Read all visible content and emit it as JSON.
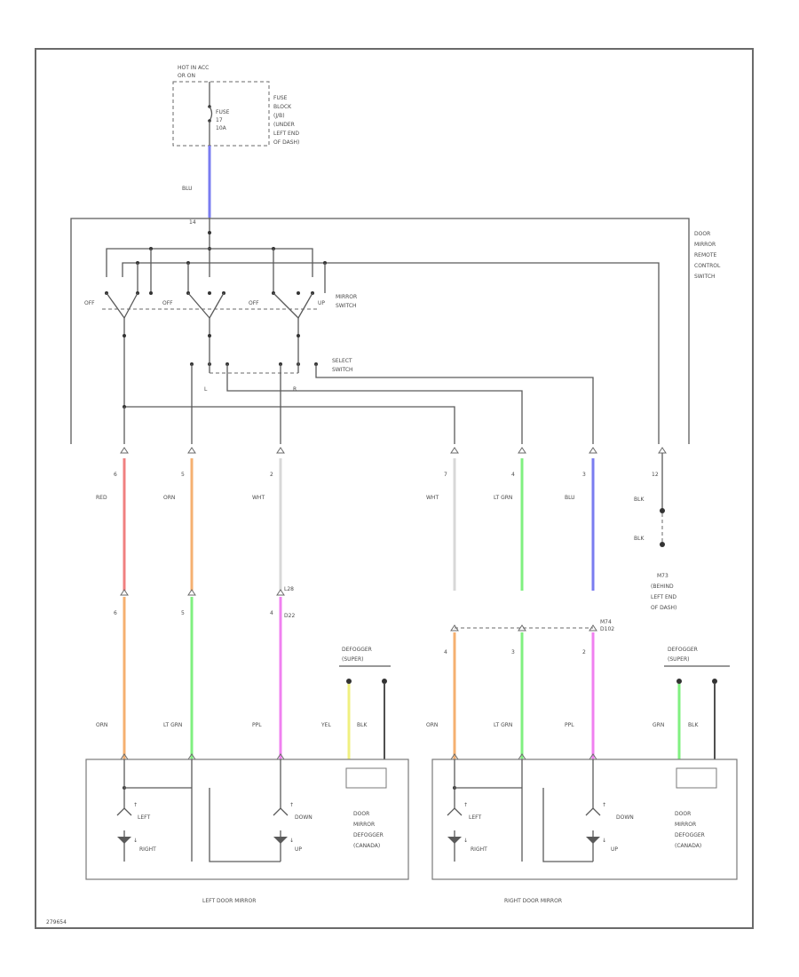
{
  "colors": {
    "frame": "#6a6a6a",
    "wire_default": "#5a5a5a",
    "blu": "#7a7cf0",
    "red": "#f08080",
    "orn": "#f5b070",
    "lt_grn": "#80f080",
    "wht": "#d8d8d8",
    "ppl": "#f080f0",
    "yel": "#f0f080",
    "blk": "#505050"
  },
  "power_source": {
    "hot_line": "HOT IN ACC",
    "hot_line2": "OR ON",
    "fuse_label": "FUSE",
    "fuse_num": "17",
    "fuse_amps": "10A",
    "fuse_block": [
      "FUSE",
      "BLOCK",
      "(J/B)",
      "(UNDER",
      "LEFT END",
      "OF DASH)"
    ]
  },
  "switch_assembly": {
    "title": [
      "DOOR",
      "MIRROR",
      "REMOTE",
      "CONTROL",
      "SWITCH"
    ],
    "input_pin": "14",
    "mirror_switch": [
      "MIRROR",
      "SWITCH"
    ],
    "select_switch": [
      "SELECT",
      "SWITCH"
    ],
    "off_labels": [
      "OFF",
      "OFF",
      "OFF"
    ],
    "up_label": "UP",
    "select_l": "L",
    "select_r": "R"
  },
  "wires": {
    "supply": "BLU",
    "top": [
      {
        "pin": "6",
        "color": "RED"
      },
      {
        "pin": "5",
        "color": "ORN"
      },
      {
        "pin": "2",
        "color": "WHT"
      },
      {
        "pin": "7",
        "color": "WHT"
      },
      {
        "pin": "4",
        "color": "LT GRN"
      },
      {
        "pin": "3",
        "color": "BLU"
      },
      {
        "pin": "12",
        "color": ""
      }
    ],
    "ground_blk1": "BLK",
    "ground_blk2": "BLK",
    "ground_name": [
      "M73",
      "(BEHIND",
      "LEFT END",
      "OF DASH)"
    ],
    "lower_left": [
      {
        "pin": "6",
        "color": "ORN"
      },
      {
        "pin": "5",
        "color": "LT GRN"
      },
      {
        "pin": "4",
        "color": "PPL"
      }
    ],
    "lower_right": [
      {
        "pin": "4",
        "color": "ORN"
      },
      {
        "pin": "3",
        "color": "LT GRN"
      },
      {
        "pin": "2",
        "color": "PPL"
      }
    ],
    "conn_left_top": "L28",
    "conn_left_bottom": "D22",
    "conn_right_top": "M74",
    "conn_right_bottom": "D102",
    "defogger_left_wires": [
      "YEL",
      "BLK"
    ],
    "defogger_right_wires": [
      "GRN",
      "BLK"
    ]
  },
  "defogger": {
    "left": [
      "DEFOGGER",
      "(SUPER)"
    ],
    "right": [
      "DEFOGGER",
      "(SUPER)"
    ]
  },
  "left_mirror": {
    "name": "LEFT DOOR MIRROR",
    "left": "LEFT",
    "right": "RIGHT",
    "down": "DOWN",
    "up": "UP",
    "defogger_box": [
      "DOOR",
      "MIRROR",
      "DEFOGGER",
      "(CANADA)"
    ]
  },
  "right_mirror": {
    "name": "RIGHT DOOR MIRROR",
    "left": "LEFT",
    "right": "RIGHT",
    "down": "DOWN",
    "up": "UP",
    "defogger_box": [
      "DOOR",
      "MIRROR",
      "DEFOGGER",
      "(CANADA)"
    ]
  },
  "footer_code": "279654"
}
